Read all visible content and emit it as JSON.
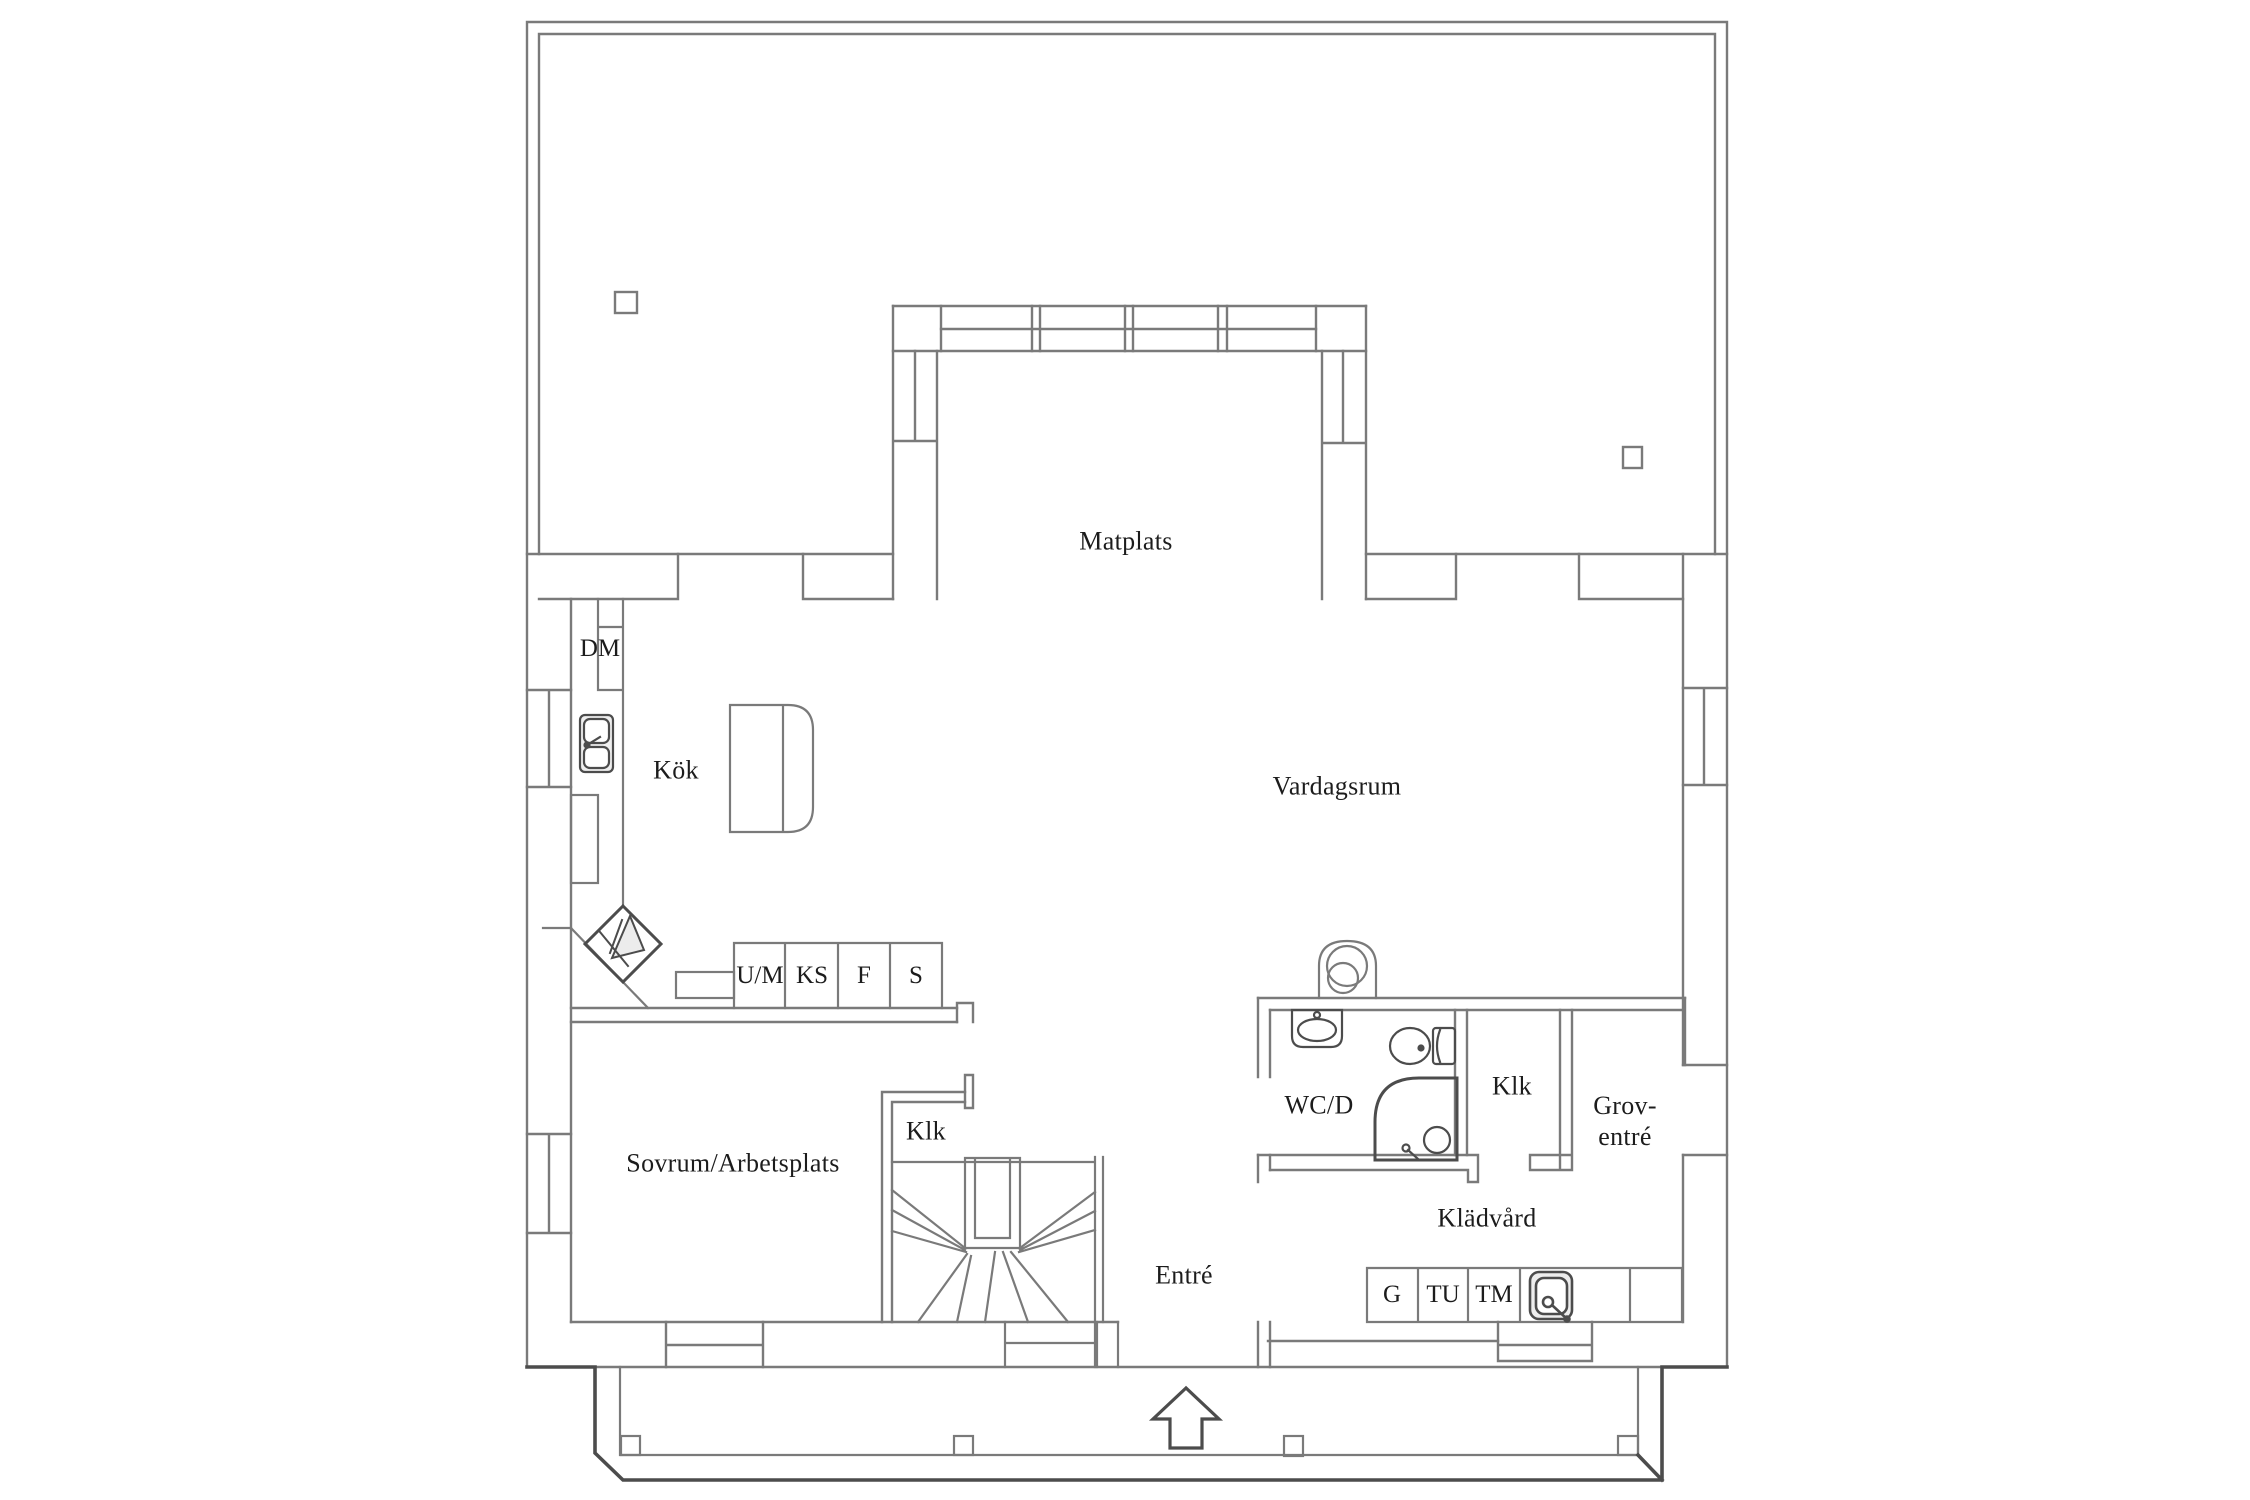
{
  "colors": {
    "background": "#ffffff",
    "line": "#7a7a7a",
    "line_dark": "#4c4c4c",
    "text": "#1c1c1c"
  },
  "floor_plan": {
    "rooms": [
      {
        "label": "Matplats"
      },
      {
        "label": "Kök"
      },
      {
        "label": "Vardagsrum"
      },
      {
        "label": "Sovrum/Arbetsplats"
      },
      {
        "label": "Klk"
      },
      {
        "label": "Entré"
      },
      {
        "label": "WC/D"
      },
      {
        "label": "Klk"
      },
      {
        "label": "Grov-\nentré"
      },
      {
        "label": "Klädvård"
      }
    ],
    "appliances": [
      {
        "label": "DM"
      },
      {
        "label": "U/M"
      },
      {
        "label": "KS"
      },
      {
        "label": "F"
      },
      {
        "label": "S"
      },
      {
        "label": "G"
      },
      {
        "label": "TU"
      },
      {
        "label": "TM"
      }
    ],
    "symbols": [
      "terrace-post",
      "glazed-bay-window-wall",
      "kitchen-sink",
      "kitchen-island",
      "corner-stove",
      "winder-staircase",
      "water-heater",
      "washbasin",
      "toilet",
      "corner-shower",
      "laundry-sink",
      "chimney",
      "porch-post",
      "entrance-arrow"
    ]
  }
}
